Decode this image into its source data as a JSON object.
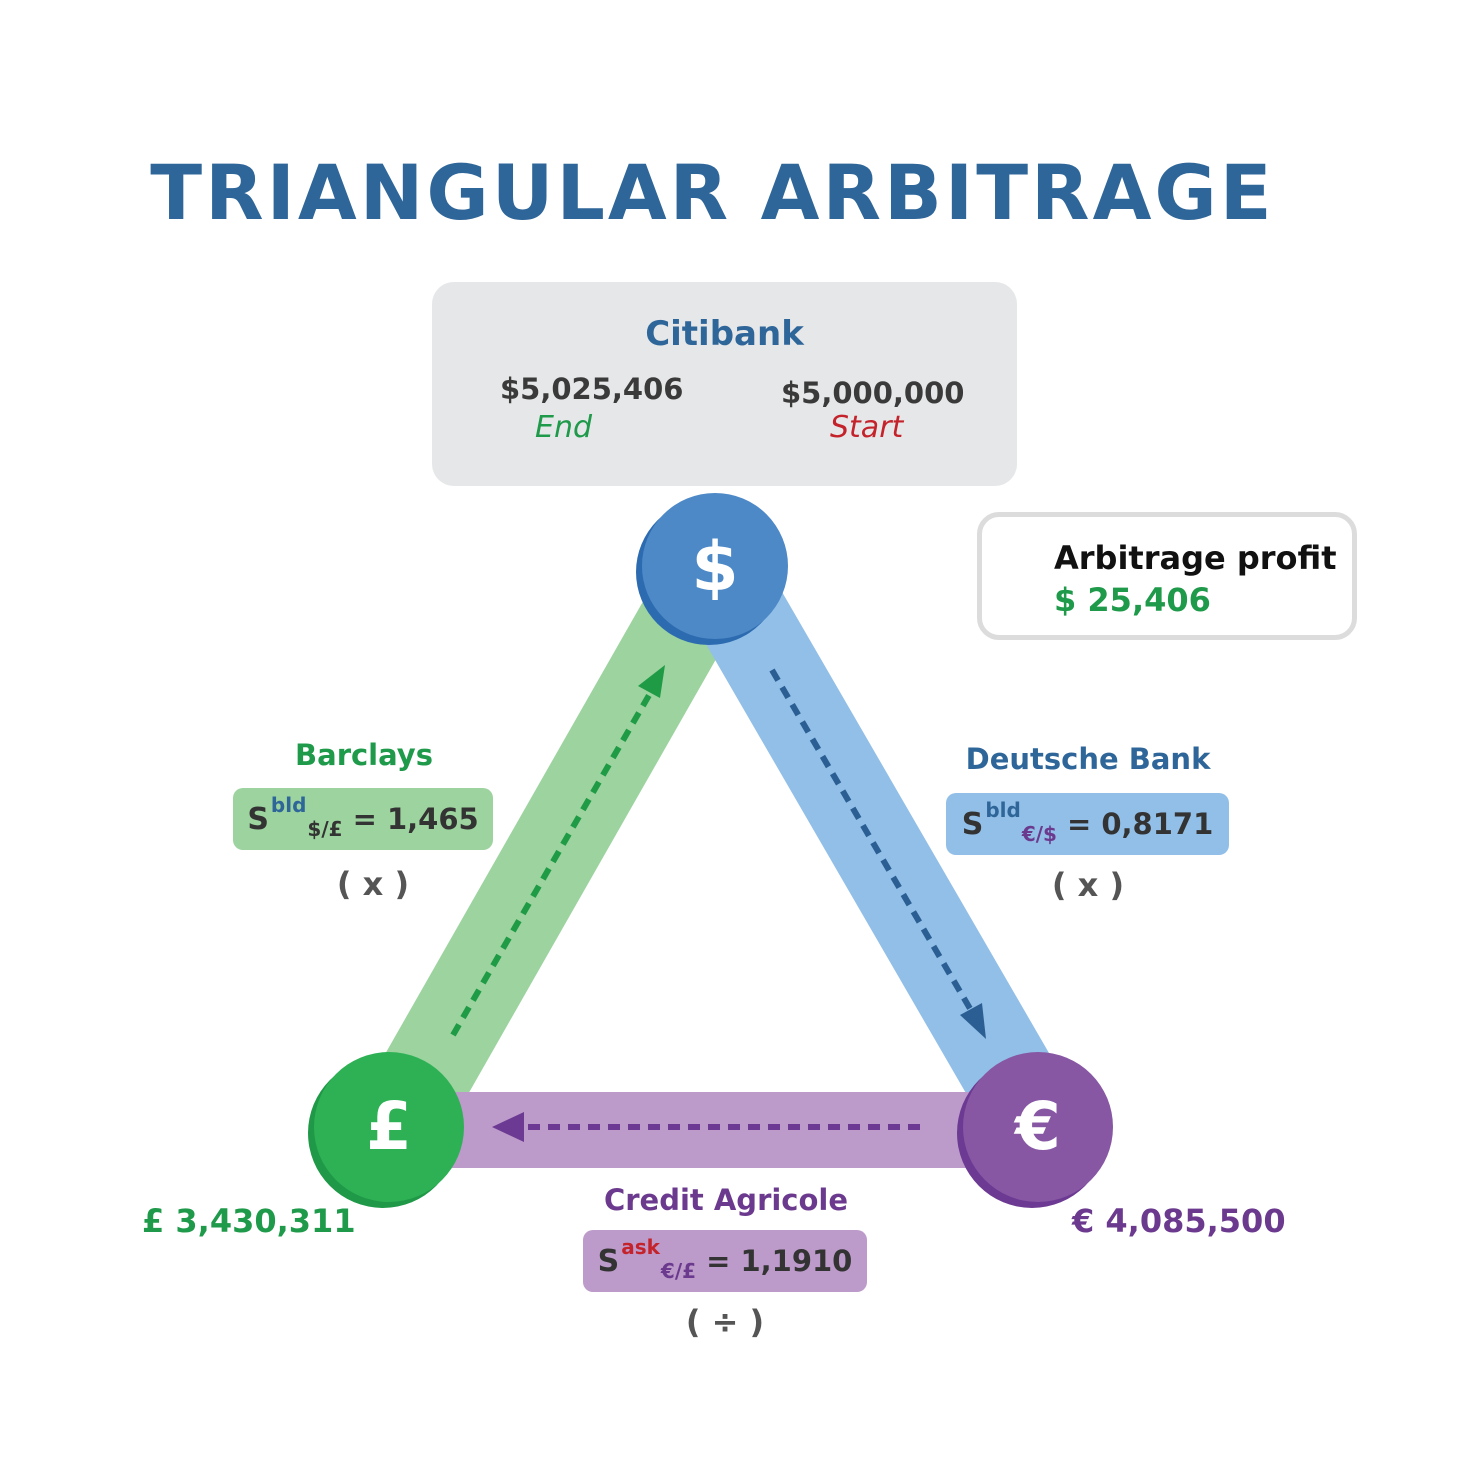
{
  "title": "TRIANGULAR ARBITRAGE",
  "colors": {
    "title": "#2f6699",
    "green": "#2db154",
    "green_text": "#1e9a4a",
    "blue": "#4d89c7",
    "blue_text": "#2f6699",
    "purple": "#8757a4",
    "purple_text": "#6b3a8e",
    "red": "#c4232b"
  },
  "citibank": {
    "name": "Citibank",
    "end_amount": "$5,025,406",
    "end_label": "End",
    "start_amount": "$5,000,000",
    "start_label": "Start"
  },
  "profit": {
    "label": "Arbitrage profit",
    "value": "$ 25,406"
  },
  "nodes": {
    "dollar": {
      "symbol": "$",
      "icon": "dollar-icon"
    },
    "pound": {
      "symbol": "£",
      "icon": "pound-icon",
      "amount": "£ 3,430,311"
    },
    "euro": {
      "symbol": "€",
      "icon": "euro-icon",
      "amount": "€ 4,085,500"
    }
  },
  "edges": {
    "barclays": {
      "bank": "Barclays",
      "s": "S",
      "sup": "bld",
      "sub": "$/£",
      "value": "= 1,465",
      "op": "( x )"
    },
    "deutsche": {
      "bank": "Deutsche Bank",
      "s": "S",
      "sup": "bld",
      "sub": "€/$",
      "value": "= 0,8171",
      "op": "( x )"
    },
    "credit": {
      "bank": "Credit Agricole",
      "s": "S",
      "sup": "ask",
      "sub": "€/£",
      "value": "= 1,1910",
      "op": "( ÷ )"
    }
  }
}
